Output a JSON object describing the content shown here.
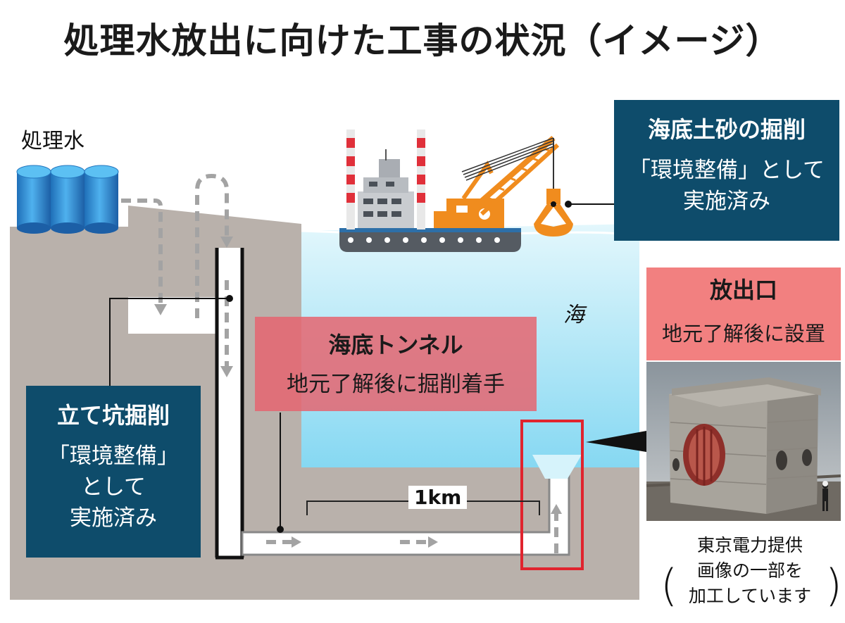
{
  "title": "処理水放出に向けた工事の状況（イメージ）",
  "labels": {
    "treated_water": "処理水",
    "sea": "海",
    "distance": "1km"
  },
  "boxes": {
    "seabed_excavation": {
      "title": "海底土砂の掘削",
      "lines": [
        "「環境整備」として",
        "実施済み"
      ]
    },
    "discharge_outlet": {
      "title": "放出口",
      "lines": [
        "地元了解後に設置"
      ]
    },
    "seabed_tunnel": {
      "title": "海底トンネル",
      "lines": [
        "地元了解後に掘削着手"
      ]
    },
    "shaft_excavation": {
      "title": "立て坑掘削",
      "lines": [
        "「環境整備」",
        "として",
        "実施済み"
      ]
    }
  },
  "credit": {
    "lines": [
      "東京電力提供",
      "画像の一部を",
      "加工しています"
    ],
    "open_paren": "(",
    "close_paren": ")"
  },
  "colors": {
    "ground": "#b9b1ab",
    "sea_top": "#d8f3fb",
    "sea_bottom": "#8fdcf4",
    "navy": "#0e4c6b",
    "pink": "#e56570",
    "tank": "#2f8fd6",
    "crane": "#f08c1e"
  },
  "icons": [
    "water-tank-icon",
    "work-barge-icon",
    "crane-icon",
    "grab-bucket-icon",
    "outlet-photo"
  ]
}
